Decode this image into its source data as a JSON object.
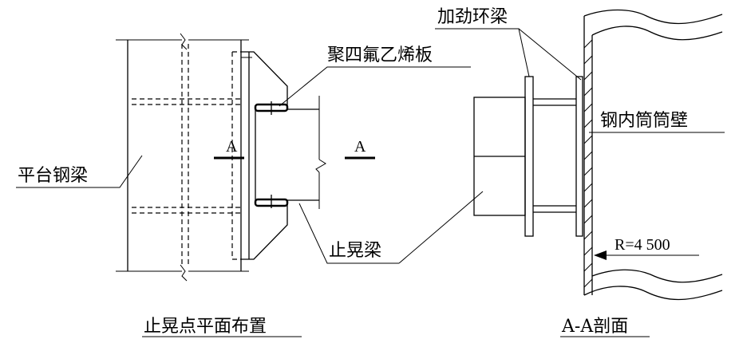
{
  "labels": {
    "ptfe_plate": "聚四氟乙烯板",
    "platform_beam": "平台钢梁",
    "anti_sway_beam": "止晃梁",
    "stiffening_ring_beam": "加劲环梁",
    "inner_tube_wall": "钢内筒筒壁",
    "radius": "R=4 500",
    "section_mark_left": "A",
    "section_mark_right": "A"
  },
  "titles": {
    "plan_view": "止晃点平面布置",
    "section_view": "A-A剖面"
  }
}
